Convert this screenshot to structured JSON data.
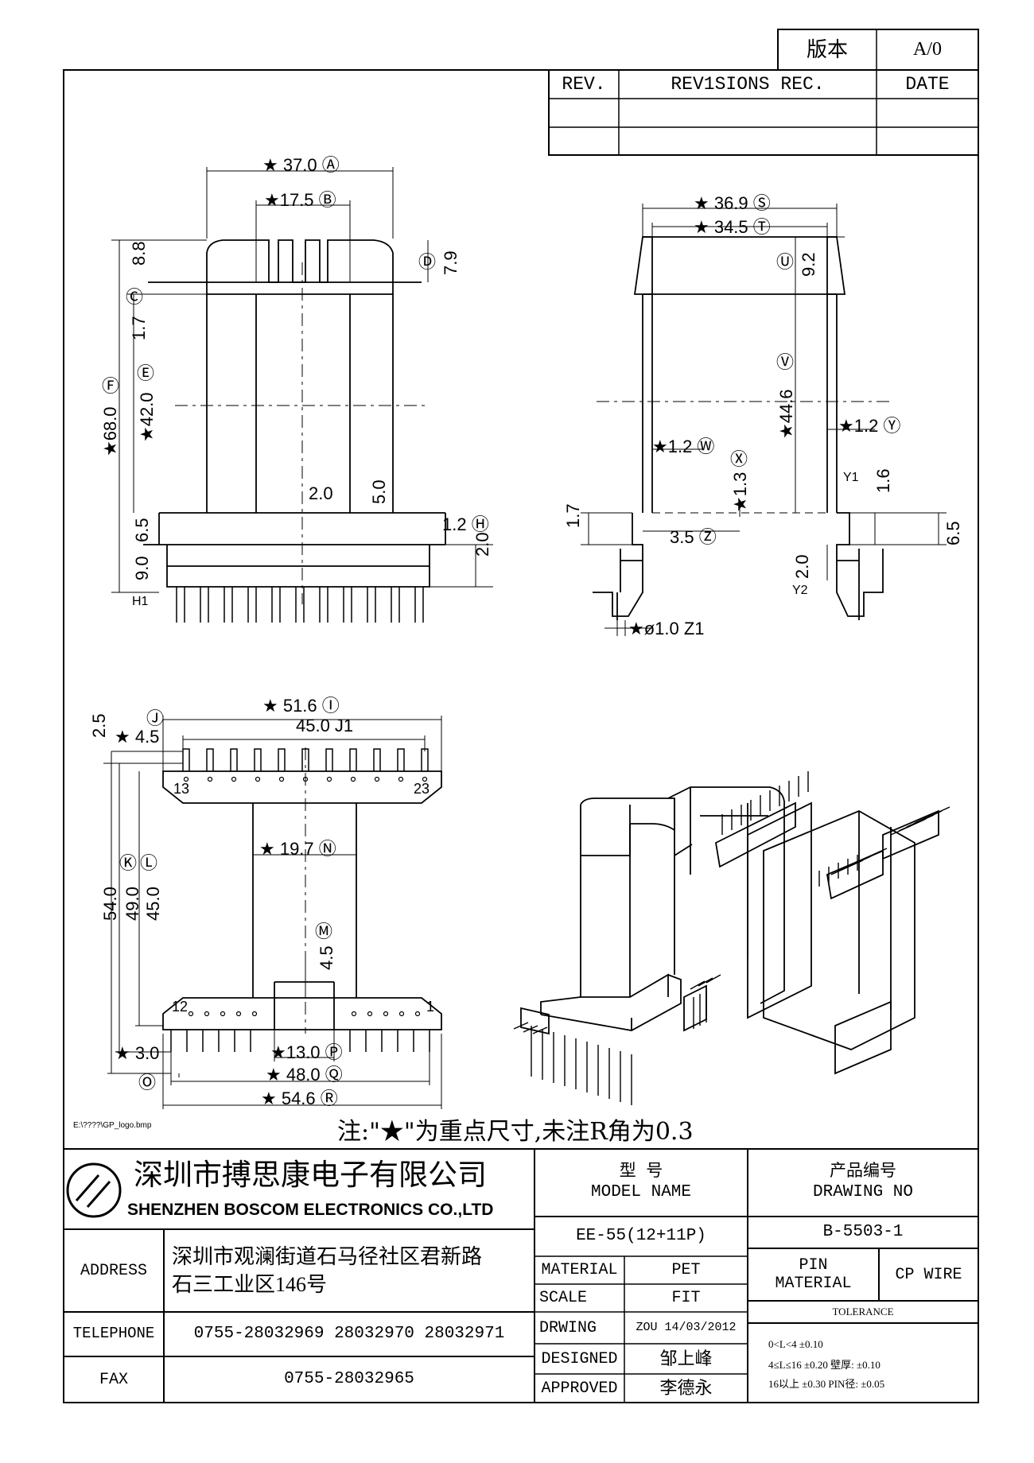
{
  "version_block": {
    "label": "版本",
    "value": "A/0"
  },
  "revision_table": {
    "rev_header": "REV.",
    "records_header": "REV1SIONS REC.",
    "date_header": "DATE"
  },
  "dimensions": {
    "d_37": "★ 37.0 Ⓐ",
    "d_17_5": "★17.5 Ⓑ",
    "d_8_8": "8.8",
    "d_c": "Ⓒ",
    "d_7_9": "7.9",
    "d_d": "Ⓓ",
    "d_1_7a": "1.7",
    "d_68": "★68.0",
    "d_f": "Ⓕ",
    "d_42": "★42.0",
    "d_e": "Ⓔ",
    "d_2_0a": "2.0",
    "d_5_0": "5.0",
    "d_6_5a": "6.5",
    "d_9_0": "9.0",
    "d_h1": "H1",
    "d_1_2h": "1.2 Ⓗ",
    "d_2_0b": "2.0",
    "d_36_9": "★ 36.9 Ⓢ",
    "d_34_5": "★ 34.5 Ⓣ",
    "d_9_2": "9.2",
    "d_u": "Ⓤ",
    "d_44_6": "★44.6",
    "d_v": "Ⓥ",
    "d_1_2y": "★1.2 Ⓨ",
    "d_1_2w": "★1.2 Ⓦ",
    "d_1_3": "★1.3",
    "d_x": "Ⓧ",
    "d_y1": "Y1",
    "d_1_6": "1.6",
    "d_1_7b": "1.7",
    "d_3_5": "3.5 Ⓩ",
    "d_2_0c": "2.0",
    "d_y2": "Y2",
    "d_6_5b": "6.5",
    "d_phi": "★ø1.0 Z1",
    "d_51_6": "★ 51.6 Ⓘ",
    "d_2_5": "2.5",
    "d_j": "Ⓙ",
    "d_45_0h": "45.0 J1",
    "d_4_5a": "★ 4.5",
    "d_19_7": "★ 19.7 Ⓝ",
    "d_m": "Ⓜ",
    "d_4_5b": "4.5",
    "d_54": "54.0",
    "d_49": "49.0",
    "d_45v": "45.0",
    "d_k": "Ⓚ",
    "d_l": "Ⓛ",
    "d_3_0": "★ 3.0",
    "d_13": "★13.0 Ⓟ",
    "d_48": "★ 48.0 Ⓠ",
    "d_54_6": "★ 54.6 Ⓡ",
    "d_o": "Ⓞ",
    "pin_13": "13",
    "pin_23": "23",
    "pin_12": "12",
    "pin_1": "1"
  },
  "file_path": "E:\\????\\GP_logo.bmp",
  "note": "注:\"★\"为重点尺寸,未注R角为0.3",
  "title_block": {
    "company_cn": "深圳市搏思康电子有限公司",
    "company_en": "SHENZHEN BOSCOM ELECTRONICS CO.,LTD",
    "address_label": "ADDRESS",
    "address_value": "深圳市观澜街道石马径社区君新路\n石三工业区146号",
    "telephone_label": "TELEPHONE",
    "telephone_value": "0755-28032969 28032970 28032971",
    "fax_label": "FAX",
    "fax_value": "0755-28032965",
    "model_label": "型    号\nMODEL NAME",
    "model_value": "EE-55(12+11P)",
    "drawing_label": "产品编号\nDRAWING NO",
    "drawing_value": "B-5503-1",
    "material_label": "MATERIAL",
    "material_value": "PET",
    "scale_label": "SCALE",
    "scale_value": "FIT",
    "drwing_label": "DRWING",
    "drwing_value": "ZOU 14/03/2012",
    "designed_label": "DESIGNED",
    "designed_value": "邹上峰",
    "approved_label": "APPROVED",
    "approved_value": "李德永",
    "pin_material_label": "PIN\nMATERIAL",
    "pin_material_value": "CP WIRE",
    "tolerance_label": "TOLERANCE",
    "tol_row1": "0<L<4    ±0.10",
    "tol_row2": "4≤L≤16  ±0.20   壁厚:  ±0.10",
    "tol_row3": "16以上     ±0.30  PIN径: ±0.05"
  }
}
